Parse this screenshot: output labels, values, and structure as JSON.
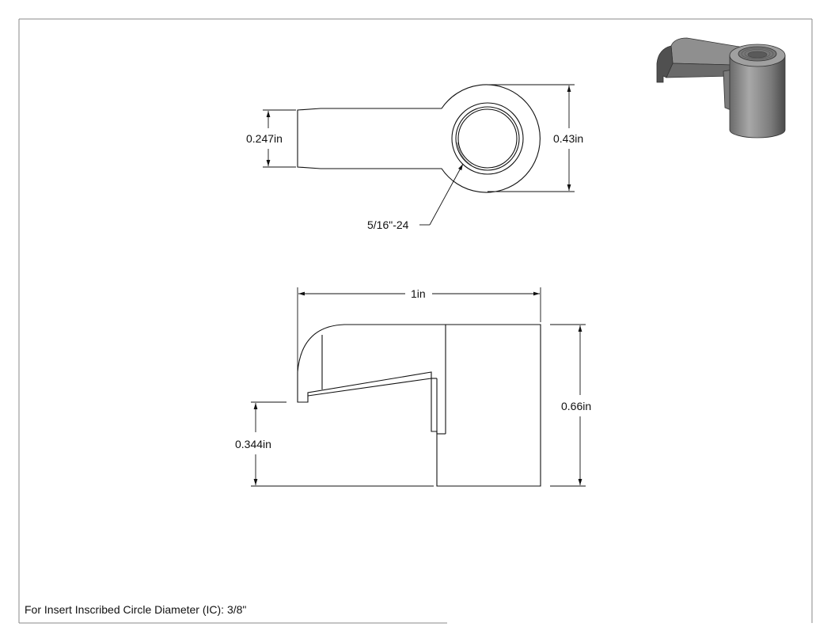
{
  "drawing": {
    "top_view": {
      "height_dimension": "0.247in",
      "diameter_dimension": "0.43in",
      "thread_callout": "5/16\"-24"
    },
    "side_view": {
      "width_dimension": "1in",
      "height_dimension": "0.66in",
      "lower_dimension": "0.344in"
    },
    "note": "For Insert Inscribed Circle Diameter (IC): 3/8\""
  },
  "colors": {
    "line": "#111111",
    "iso_light": "#9a9a9a",
    "iso_dark": "#5a5a5a"
  }
}
